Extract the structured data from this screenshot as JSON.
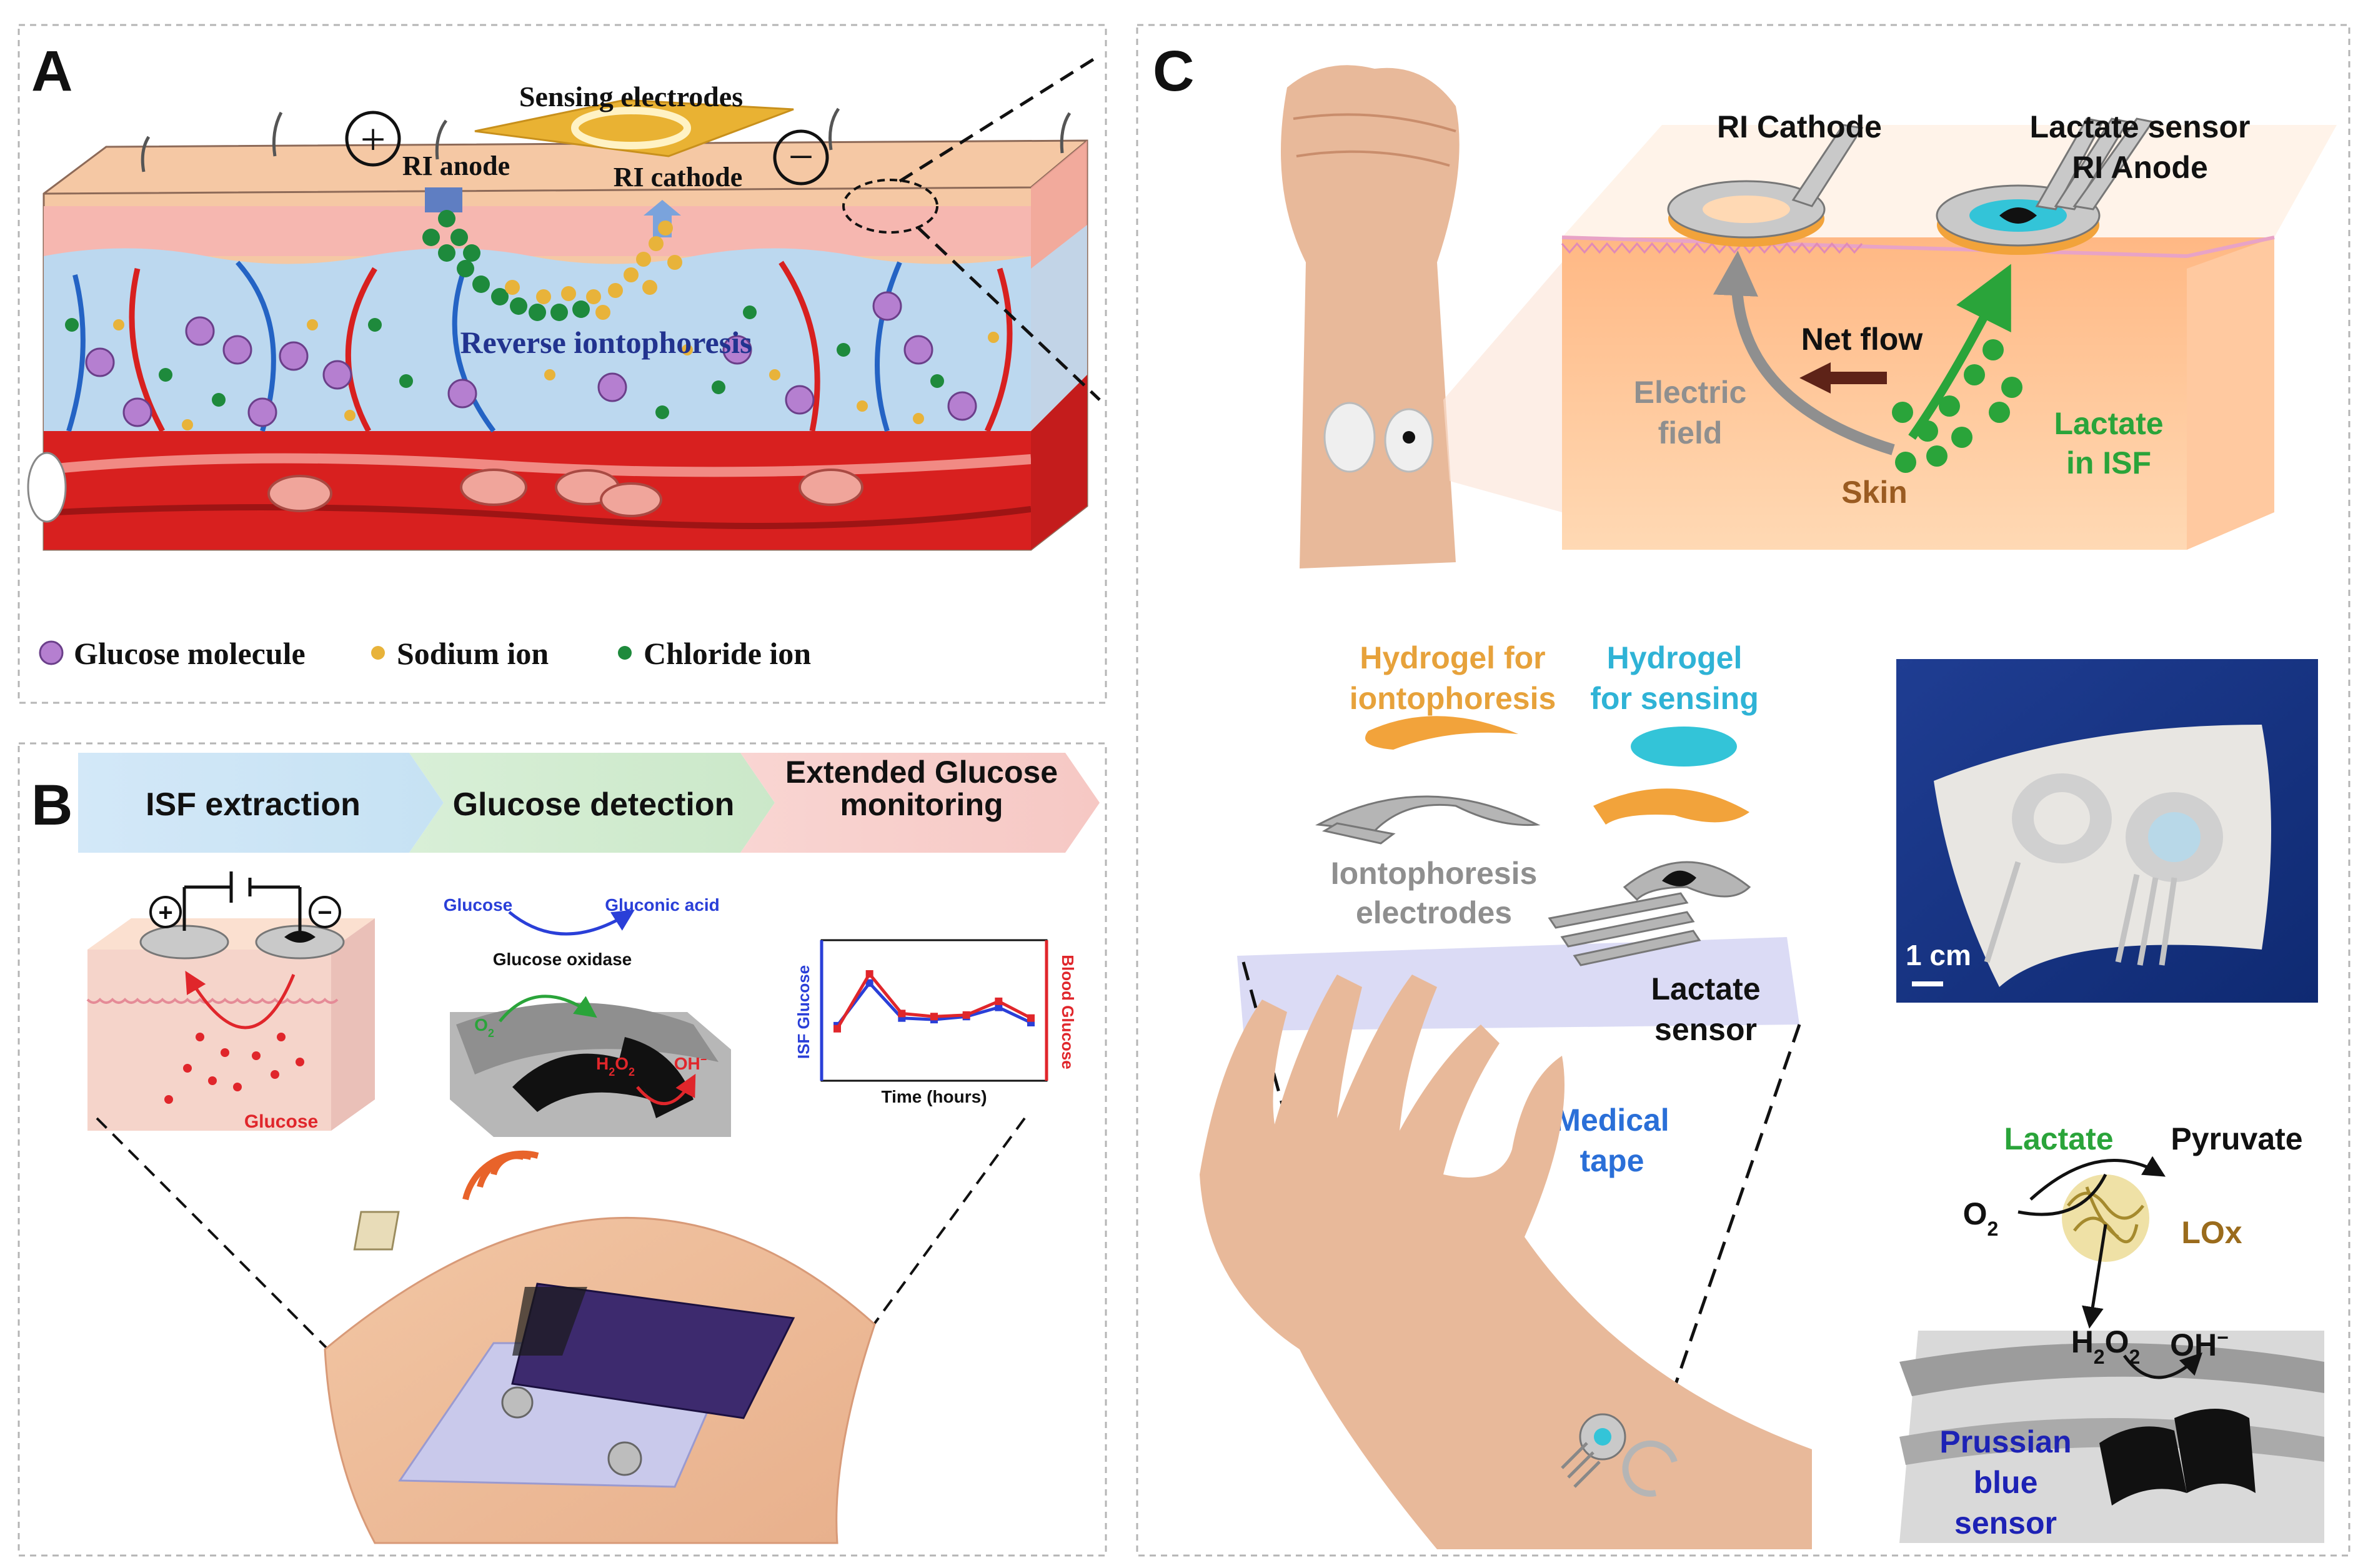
{
  "panels": {
    "a": {
      "letter": "A",
      "labels": {
        "sensing": "Sensing electrodes",
        "ri_anode": "RI anode",
        "ri_cathode": "RI cathode",
        "reverse": "Reverse iontophoresis",
        "plus": "+",
        "minus": "−"
      },
      "legend": [
        {
          "label": "Glucose molecule",
          "color": "#b57fd0"
        },
        {
          "label": "Sodium ion",
          "color": "#e8b33a"
        },
        {
          "label": "Chloride ion",
          "color": "#1e8a3c"
        }
      ]
    },
    "b": {
      "letter": "B",
      "steps": [
        "ISF extraction",
        "Glucose detection",
        "Extended Glucose monitoring"
      ],
      "plus": "+",
      "minus": "−",
      "glucose_label": "Glucose",
      "reaction": {
        "glucose": "Glucose",
        "gluconic": "Gluconic acid",
        "enzyme": "Glucose oxidase",
        "o2": "O",
        "h2o2": "H",
        "oh": "OH"
      },
      "chart_axes": {
        "y_left": "ISF Glucose",
        "y_right": "Blood Glucose",
        "x": "Time (hours)"
      }
    },
    "c": {
      "letter": "C",
      "top_labels": {
        "ri_cathode": "RI Cathode",
        "lactate_sensor": "Lactate sensor",
        "ri_anode": "RI Anode",
        "net_flow": "Net flow",
        "electric": "Electric",
        "field": "field",
        "lactate": "Lactate",
        "in_isf": "in ISF",
        "skin": "Skin"
      },
      "exploded_labels": {
        "hydrogel_ionto_1": "Hydrogel for",
        "hydrogel_ionto_2": "iontophoresis",
        "hydrogel_sense_1": "Hydrogel",
        "hydrogel_sense_2": "for sensing",
        "ionto_elec_1": "Iontophoresis",
        "ionto_elec_2": "electrodes",
        "lactate_1": "Lactate",
        "lactate_2": "sensor",
        "tape_1": "Medical",
        "tape_2": "tape"
      },
      "scale": "1 cm",
      "reaction": {
        "lactate": "Lactate",
        "pyruvate": "Pyruvate",
        "o2": "O",
        "lox": "LOx",
        "h2o2": "H",
        "oh": "OH",
        "pb_1": "Prussian",
        "pb_2": "blue",
        "pb_3": "sensor"
      }
    }
  },
  "chart_data": {
    "type": "line",
    "x": [
      1,
      2,
      3,
      4,
      5,
      6,
      7
    ],
    "series": [
      {
        "name": "ISF Glucose",
        "color": "#2a3fd8",
        "values": [
          50,
          78,
          55,
          54,
          56,
          62,
          52
        ]
      },
      {
        "name": "Blood Glucose",
        "color": "#e0262b",
        "values": [
          48,
          84,
          58,
          56,
          57,
          66,
          55
        ]
      }
    ],
    "xlabel": "Time (hours)",
    "ylabel": "ISF Glucose",
    "ylabel_right": "Blood Glucose",
    "ylim": [
      20,
      100
    ]
  },
  "colors": {
    "skin": "#f5c8a4",
    "blood": "#d8201f",
    "isf": "#bcd8ef",
    "orange_label": "#e7a23b",
    "cyan_label": "#2fb3d6",
    "green_label": "#2aa43a",
    "blue_label": "#2a6fd8",
    "brown_label": "#9a5b21",
    "navy_label": "#1d22b5"
  }
}
